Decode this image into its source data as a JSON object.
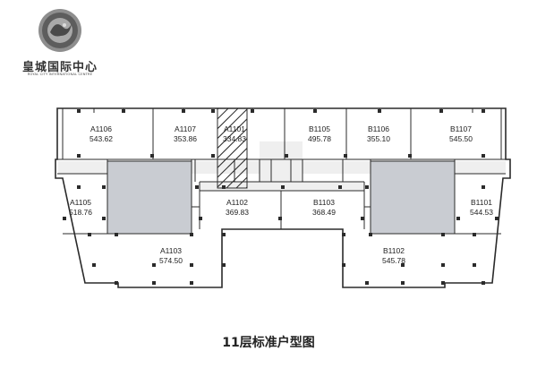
{
  "brand": {
    "name_cn": "皇城国际中心",
    "name_en": "ROYAL CITY INTERNATIONAL CENTRE"
  },
  "caption": "11层标准户型图",
  "units": [
    {
      "code": "A1106",
      "area": "543.62"
    },
    {
      "code": "A1107",
      "area": "353.86"
    },
    {
      "code": "A1101",
      "area": "334.83"
    },
    {
      "code": "B1105",
      "area": "495.78"
    },
    {
      "code": "B1106",
      "area": "355.10"
    },
    {
      "code": "B1107",
      "area": "545.50"
    },
    {
      "code": "A1105",
      "area": "518.76"
    },
    {
      "code": "A1102",
      "area": "369.83"
    },
    {
      "code": "B1103",
      "area": "368.49"
    },
    {
      "code": "B1101",
      "area": "544.53"
    },
    {
      "code": "A1103",
      "area": "574.50"
    },
    {
      "code": "B1102",
      "area": "545.78"
    }
  ],
  "colors": {
    "wall": "#2b2b2b",
    "core": "#c9ccd2",
    "corridor": "#efefef",
    "text": "#222222"
  }
}
